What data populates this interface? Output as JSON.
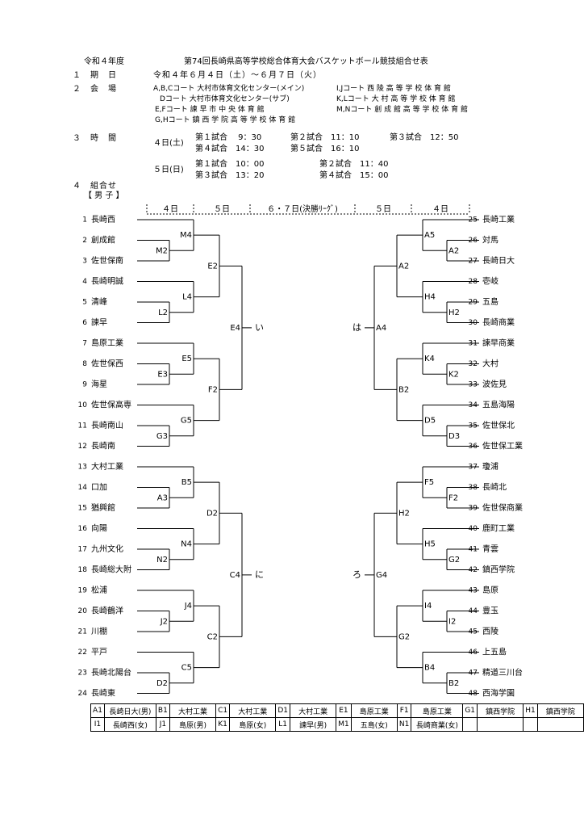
{
  "header": {
    "year": "令和４年度",
    "title": "第74回長崎県高等学校総合体育大会バスケットボール競技組合せ表"
  },
  "sections": {
    "period_label": "１　期　日",
    "period_value": "令和４年６月４日（土）～６月７日（火）",
    "venue_label": "２　会　場",
    "venues_left": [
      "A,B,Cコート 大村市体育文化センター(メイン)",
      "Dコート 大村市体育文化センター(サブ)",
      "E,Fコート 諫 早 市 中 央 体 育 館",
      "G,Hコート 鎮 西 学 院 高 等 学 校 体 育 館"
    ],
    "venues_right": [
      "I,Jコート 西 陵 高 等 学 校 体 育 館",
      "K,Lコート 大 村 高 等 学 校 体 育 館",
      "M,Nコート 創 成 館 高 等 学 校 体 育 館"
    ],
    "time_label": "３　時　間",
    "day4": "４日(土)",
    "day4_row1": [
      "第１試合　 9：30",
      "第２試合　11：10",
      "第３試合　12：50"
    ],
    "day4_row2": [
      "第４試合　14：30",
      "第５試合　16：10"
    ],
    "day5": "５日(日)",
    "day5_row1": [
      "第１試合　10：00",
      "第２試合　11：40"
    ],
    "day5_row2": [
      "第３試合　13：20",
      "第４試合　15：00"
    ],
    "combo_label": "４　組合せ",
    "boys_label": "【 男 子 】"
  },
  "day_headers": [
    "４日",
    "５日",
    "６・７日(決勝ﾘｰｸﾞ)",
    "５日",
    "４日"
  ],
  "teams_left": [
    {
      "no": "1",
      "name": "長崎西"
    },
    {
      "no": "2",
      "name": "創成館"
    },
    {
      "no": "3",
      "name": "佐世保南"
    },
    {
      "no": "4",
      "name": "長崎明誠"
    },
    {
      "no": "5",
      "name": "清峰"
    },
    {
      "no": "6",
      "name": "諫早"
    },
    {
      "no": "7",
      "name": "島原工業"
    },
    {
      "no": "8",
      "name": "佐世保西"
    },
    {
      "no": "9",
      "name": "海星"
    },
    {
      "no": "10",
      "name": "佐世保高専"
    },
    {
      "no": "11",
      "name": "長崎南山"
    },
    {
      "no": "12",
      "name": "長崎南"
    },
    {
      "no": "13",
      "name": "大村工業"
    },
    {
      "no": "14",
      "name": "口加"
    },
    {
      "no": "15",
      "name": "猶興館"
    },
    {
      "no": "16",
      "name": "向陽"
    },
    {
      "no": "17",
      "name": "九州文化"
    },
    {
      "no": "18",
      "name": "長崎総大附"
    },
    {
      "no": "19",
      "name": "松浦"
    },
    {
      "no": "20",
      "name": "長崎鶴洋"
    },
    {
      "no": "21",
      "name": "川棚"
    },
    {
      "no": "22",
      "name": "平戸"
    },
    {
      "no": "23",
      "name": "長崎北陽台"
    },
    {
      "no": "24",
      "name": "長崎東"
    }
  ],
  "teams_right": [
    {
      "no": "25",
      "name": "長崎工業"
    },
    {
      "no": "26",
      "name": "対馬"
    },
    {
      "no": "27",
      "name": "長崎日大"
    },
    {
      "no": "28",
      "name": "壱岐"
    },
    {
      "no": "29",
      "name": "五島"
    },
    {
      "no": "30",
      "name": "長崎商業"
    },
    {
      "no": "31",
      "name": "諫早商業"
    },
    {
      "no": "32",
      "name": "大村"
    },
    {
      "no": "33",
      "name": "波佐見"
    },
    {
      "no": "34",
      "name": "五島海陽"
    },
    {
      "no": "35",
      "name": "佐世保北"
    },
    {
      "no": "36",
      "name": "佐世保工業"
    },
    {
      "no": "37",
      "name": "瓊浦"
    },
    {
      "no": "38",
      "name": "長崎北"
    },
    {
      "no": "39",
      "name": "佐世保商業"
    },
    {
      "no": "40",
      "name": "鹿町工業"
    },
    {
      "no": "41",
      "name": "青雲"
    },
    {
      "no": "42",
      "name": "鎮西学院"
    },
    {
      "no": "43",
      "name": "島原"
    },
    {
      "no": "44",
      "name": "豊玉"
    },
    {
      "no": "45",
      "name": "西陵"
    },
    {
      "no": "46",
      "name": "上五島"
    },
    {
      "no": "47",
      "name": "精道三川台"
    },
    {
      "no": "48",
      "name": "西海学園"
    }
  ],
  "game_labels": {
    "left": {
      "r1": [
        "M2",
        "L2",
        "E3",
        "G3",
        "A3",
        "N2",
        "J2",
        "D2"
      ],
      "r2": [
        "M4",
        "L4",
        "E5",
        "G5",
        "B5",
        "N4",
        "J4",
        "C5"
      ],
      "r3": [
        "E2",
        "F2",
        "D2",
        "C2"
      ],
      "r4": [
        "E4",
        "C4"
      ]
    },
    "right": {
      "r1": [
        "A2",
        "H2",
        "K2",
        "D3",
        "F2",
        "G2",
        "I2",
        "B2"
      ],
      "r2": [
        "A5",
        "H4",
        "K4",
        "D5",
        "F5",
        "H5",
        "I4",
        "B4"
      ],
      "r3": [
        "A2",
        "B2",
        "H2",
        "G2"
      ],
      "r4": [
        "A4",
        "G4"
      ]
    }
  },
  "block_labels": {
    "top_left": "い",
    "bottom_left": "に",
    "top_right": "は",
    "bottom_right": "ろ"
  },
  "legend": [
    [
      {
        "k": "A1",
        "v": "長崎日大(男)"
      },
      {
        "k": "B1",
        "v": "大村工業"
      },
      {
        "k": "C1",
        "v": "大村工業"
      },
      {
        "k": "D1",
        "v": "大村工業"
      },
      {
        "k": "E1",
        "v": "島原工業"
      },
      {
        "k": "F1",
        "v": "島原工業"
      },
      {
        "k": "G1",
        "v": "鎮西学院"
      },
      {
        "k": "H1",
        "v": "鎮西学院"
      }
    ],
    [
      {
        "k": "I1",
        "v": "長崎西(女)"
      },
      {
        "k": "J1",
        "v": "島原(男)"
      },
      {
        "k": "K1",
        "v": "島原(女)"
      },
      {
        "k": "L1",
        "v": "諫早(男)"
      },
      {
        "k": "M1",
        "v": "五島(女)"
      },
      {
        "k": "N1",
        "v": "長崎商業(女)"
      },
      {
        "k": "",
        "v": ""
      },
      {
        "k": "",
        "v": ""
      }
    ]
  ]
}
